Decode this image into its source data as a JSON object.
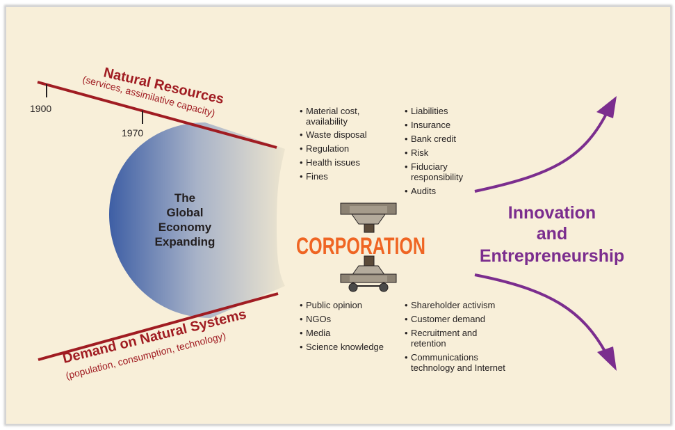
{
  "colors": {
    "background": "#f8efd9",
    "resource_line": "#a01c22",
    "corporation": "#ef6523",
    "innovation": "#7b2d8e",
    "globe_dark": "#3c5da4",
    "globe_light": "#ede5cf"
  },
  "natural_resources": {
    "title": "Natural Resources",
    "subtitle": "(services, assimilative capacity)",
    "year_1900": "1900",
    "year_1970": "1970"
  },
  "natural_systems": {
    "title": "Demand on Natural Systems",
    "subtitle": "(population, consumption, technology)"
  },
  "globe": {
    "line1": "The",
    "line2": "Global",
    "line3": "Economy",
    "line4": "Expanding"
  },
  "corporation": {
    "label": "CORPORATION"
  },
  "innovation": {
    "line1": "Innovation",
    "line2": "and",
    "line3": "Entrepreneurship"
  },
  "top_left_list": {
    "item1a": "Material cost,",
    "item1b": "availability",
    "item2": "Waste disposal",
    "item3": "Regulation",
    "item4": "Health issues",
    "item5": "Fines"
  },
  "top_right_list": {
    "item1": "Liabilities",
    "item2": "Insurance",
    "item3": "Bank credit",
    "item4": "Risk",
    "item5a": "Fiduciary",
    "item5b": "responsibility",
    "item6": "Audits"
  },
  "bottom_left_list": {
    "item1": "Public opinion",
    "item2": "NGOs",
    "item3": "Media",
    "item4": "Science knowledge"
  },
  "bottom_right_list": {
    "item1": "Shareholder activism",
    "item2": "Customer demand",
    "item3a": "Recruitment and",
    "item3b": "retention",
    "item4a": "Communications",
    "item4b": "technology and Internet"
  }
}
